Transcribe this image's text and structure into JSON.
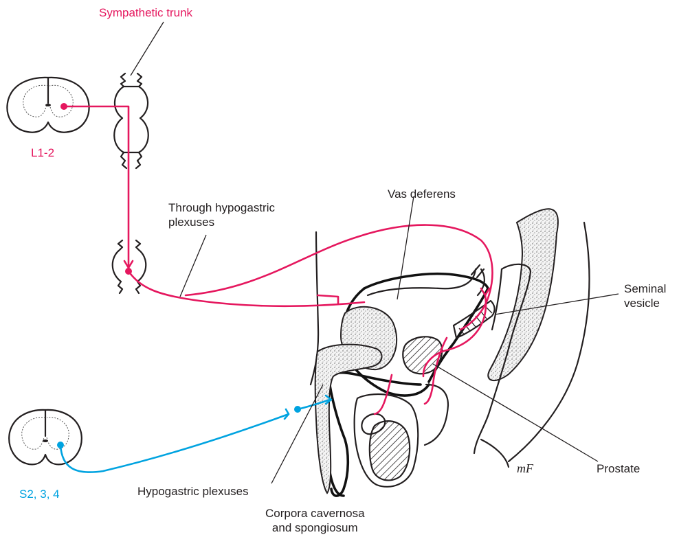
{
  "colors": {
    "sympathetic": "#e5175e",
    "parasympathetic": "#00a3e0",
    "ink": "#231f20"
  },
  "labels": {
    "sympathetic_trunk": "Sympathetic trunk",
    "l1_2": "L1-2",
    "through_hypogastric_line1": "Through hypogastric",
    "through_hypogastric_line2": "plexuses",
    "vas_deferens": "Vas deferens",
    "seminal_vesicle_line1": "Seminal",
    "seminal_vesicle_line2": "vesicle",
    "prostate": "Prostate",
    "hypogastric_plexuses": "Hypogastric plexuses",
    "corpora_line1": "Corpora cavernosa",
    "corpora_line2": "and spongiosum",
    "s2_3_4": "S2, 3, 4",
    "signature": "mF"
  }
}
